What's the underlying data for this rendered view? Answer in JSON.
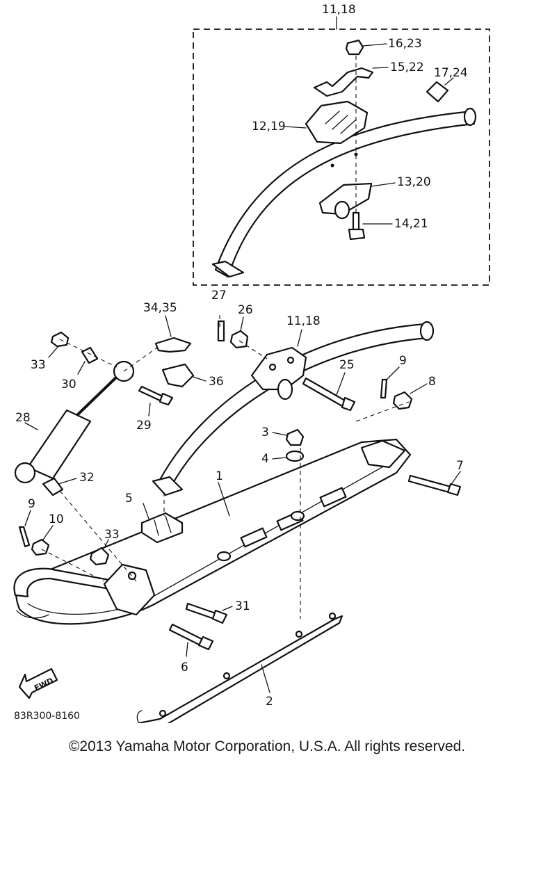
{
  "diagram": {
    "subassembly_label": "11,18",
    "callouts": [
      {
        "id": "c-16-23",
        "text": "16,23"
      },
      {
        "id": "c-15-22",
        "text": "15,22"
      },
      {
        "id": "c-17-24",
        "text": "17,24"
      },
      {
        "id": "c-12-19",
        "text": "12,19"
      },
      {
        "id": "c-13-20",
        "text": "13,20"
      },
      {
        "id": "c-14-21",
        "text": "14,21"
      },
      {
        "id": "c-27",
        "text": "27"
      },
      {
        "id": "c-26",
        "text": "26"
      },
      {
        "id": "c-11-18",
        "text": "11,18"
      },
      {
        "id": "c-34-35",
        "text": "34,35"
      },
      {
        "id": "c-33a",
        "text": "33"
      },
      {
        "id": "c-30",
        "text": "30"
      },
      {
        "id": "c-36",
        "text": "36"
      },
      {
        "id": "c-25",
        "text": "25"
      },
      {
        "id": "c-9a",
        "text": "9"
      },
      {
        "id": "c-8",
        "text": "8"
      },
      {
        "id": "c-28",
        "text": "28"
      },
      {
        "id": "c-29",
        "text": "29"
      },
      {
        "id": "c-3",
        "text": "3"
      },
      {
        "id": "c-4",
        "text": "4"
      },
      {
        "id": "c-7",
        "text": "7"
      },
      {
        "id": "c-32",
        "text": "32"
      },
      {
        "id": "c-1",
        "text": "1"
      },
      {
        "id": "c-5",
        "text": "5"
      },
      {
        "id": "c-9b",
        "text": "9"
      },
      {
        "id": "c-10",
        "text": "10"
      },
      {
        "id": "c-33b",
        "text": "33"
      },
      {
        "id": "c-31",
        "text": "31"
      },
      {
        "id": "c-6",
        "text": "6"
      },
      {
        "id": "c-2",
        "text": "2"
      }
    ],
    "fwd_label": "FWD",
    "diagram_code": "83R300-8160"
  },
  "footer": {
    "copyright": "©2013 Yamaha Motor Corporation, U.S.A. All rights reserved."
  }
}
